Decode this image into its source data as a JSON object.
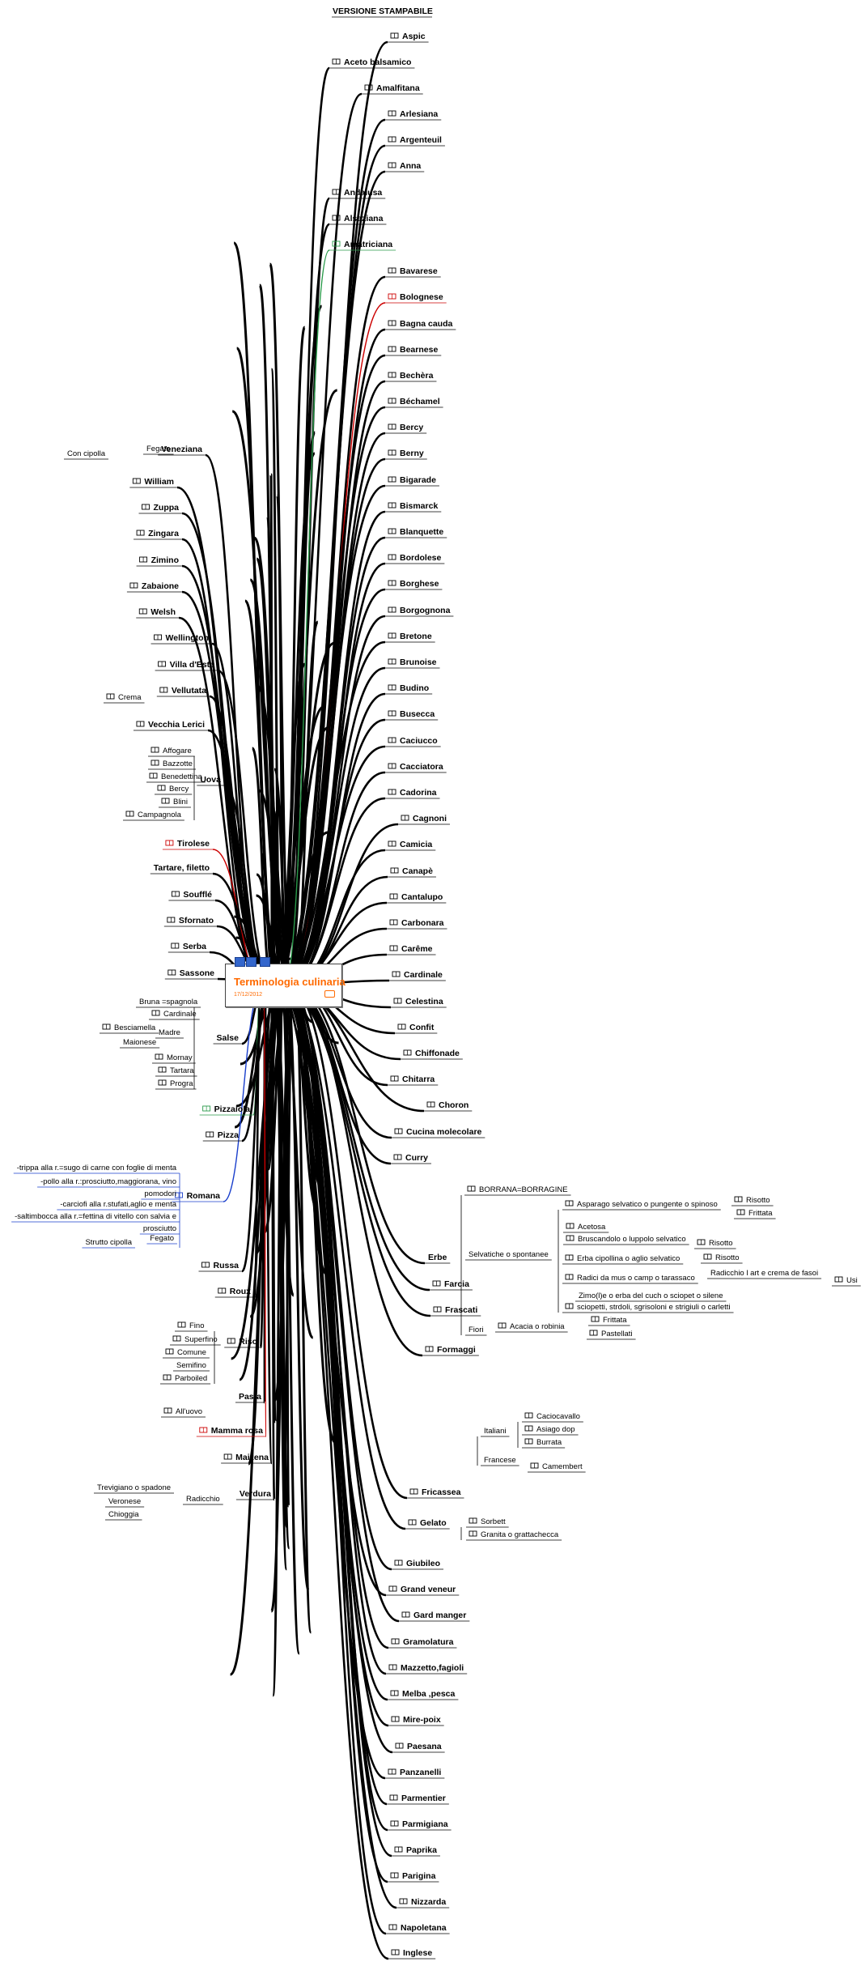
{
  "mindmap": {
    "header": "VERSIONE STAMPABILE",
    "central": {
      "title": "Terminologia culinaria",
      "date": "17/12/2012"
    },
    "colors": {
      "default": "#000000",
      "red": "#cc0000",
      "green": "#2a9a4a",
      "blue": "#1a3fcc",
      "orange": "#ff6a00"
    },
    "right_nodes": [
      {
        "label": "Aspic",
        "icon": true
      },
      {
        "label": "Aceto balsamico",
        "icon": true
      },
      {
        "label": "Amalfitana",
        "icon": true
      },
      {
        "label": "Arlesiana",
        "icon": true
      },
      {
        "label": "Argenteuil",
        "icon": true
      },
      {
        "label": "Anna",
        "icon": true
      },
      {
        "label": "Andalusa",
        "icon": true
      },
      {
        "label": "Alsaziana",
        "icon": true
      },
      {
        "label": "Amatriciana",
        "icon": true,
        "color": "green"
      },
      {
        "label": "Bavarese",
        "icon": true
      },
      {
        "label": "Bolognese",
        "icon": true,
        "color": "red"
      },
      {
        "label": "Bagna cauda",
        "icon": true
      },
      {
        "label": "Bearnese",
        "icon": true
      },
      {
        "label": "Bechèra",
        "icon": true
      },
      {
        "label": "Béchamel",
        "icon": true
      },
      {
        "label": "Bercy",
        "icon": true
      },
      {
        "label": "Berny",
        "icon": true
      },
      {
        "label": "Bigarade",
        "icon": true
      },
      {
        "label": "Bismarck",
        "icon": true
      },
      {
        "label": "Blanquette",
        "icon": true
      },
      {
        "label": "Bordolese",
        "icon": true
      },
      {
        "label": "Borghese",
        "icon": true
      },
      {
        "label": "Borgognona",
        "icon": true
      },
      {
        "label": "Bretone",
        "icon": true
      },
      {
        "label": "Brunoise",
        "icon": true
      },
      {
        "label": "Budino",
        "icon": true
      },
      {
        "label": "Busecca",
        "icon": true
      },
      {
        "label": "Caciucco",
        "icon": true
      },
      {
        "label": "Cacciatora",
        "icon": true
      },
      {
        "label": "Cadorina",
        "icon": true
      },
      {
        "label": "Cagnoni",
        "icon": true
      },
      {
        "label": "Camicia",
        "icon": true
      },
      {
        "label": "Canapè",
        "icon": true
      },
      {
        "label": "Cantalupo",
        "icon": true
      },
      {
        "label": "Carbonara",
        "icon": true
      },
      {
        "label": "Carême",
        "icon": true
      },
      {
        "label": "Cardinale",
        "icon": true
      },
      {
        "label": "Celestina",
        "icon": true
      },
      {
        "label": "Confit",
        "icon": true
      },
      {
        "label": "Chiffonade",
        "icon": true
      },
      {
        "label": "Chitarra",
        "icon": true
      },
      {
        "label": "Choron",
        "icon": true
      },
      {
        "label": "Cucina molecolare",
        "icon": true
      },
      {
        "label": "Curry",
        "icon": true
      },
      {
        "label": "Erbe",
        "icon": false
      },
      {
        "label": "Farcia",
        "icon": true
      },
      {
        "label": "Frascati",
        "icon": true
      },
      {
        "label": "Formaggi",
        "icon": true
      },
      {
        "label": "Fricassea",
        "icon": true
      },
      {
        "label": "Gelato",
        "icon": true
      },
      {
        "label": "Giubileo",
        "icon": true
      },
      {
        "label": "Grand veneur",
        "icon": true
      },
      {
        "label": "Gard manger",
        "icon": true
      },
      {
        "label": "Gramolatura",
        "icon": true
      },
      {
        "label": "Mazzetto,fagioli",
        "icon": true
      },
      {
        "label": "Melba ,pesca",
        "icon": true
      },
      {
        "label": "Mire-poix",
        "icon": true
      },
      {
        "label": "Paesana",
        "icon": true
      },
      {
        "label": "Panzanelli",
        "icon": true
      },
      {
        "label": "Parmentier",
        "icon": true
      },
      {
        "label": "Parmigiana",
        "icon": true
      },
      {
        "label": "Paprika",
        "icon": true
      },
      {
        "label": "Parigina",
        "icon": true
      },
      {
        "label": "Nizzarda",
        "icon": true
      },
      {
        "label": "Napoletana",
        "icon": true
      },
      {
        "label": "Inglese",
        "icon": true
      }
    ],
    "left_nodes": [
      {
        "label": "Veneziana",
        "icon": false
      },
      {
        "label": "William",
        "icon": true
      },
      {
        "label": "Zuppa",
        "icon": true
      },
      {
        "label": "Zingara",
        "icon": true
      },
      {
        "label": "Zimino",
        "icon": true
      },
      {
        "label": "Zabaione",
        "icon": true
      },
      {
        "label": "Welsh",
        "icon": true
      },
      {
        "label": "Wellington",
        "icon": true
      },
      {
        "label": "Villa d'Este",
        "icon": true
      },
      {
        "label": "Vellutata",
        "icon": true
      },
      {
        "label": "Vecchia Lerici",
        "icon": true
      },
      {
        "label": "Uova",
        "icon": false
      },
      {
        "label": "Tirolese",
        "icon": true,
        "color": "red"
      },
      {
        "label": "Tartare, filetto",
        "icon": false
      },
      {
        "label": "Soufflé",
        "icon": true
      },
      {
        "label": "Sfornato",
        "icon": true
      },
      {
        "label": "Serba",
        "icon": true
      },
      {
        "label": "Sassone",
        "icon": true
      },
      {
        "label": "Salse",
        "icon": false
      },
      {
        "label": "Pizzaiola",
        "icon": true,
        "color": "green"
      },
      {
        "label": "Pizza",
        "icon": true
      },
      {
        "label": "Romana",
        "icon": true,
        "color": "blue"
      },
      {
        "label": "Russa",
        "icon": true
      },
      {
        "label": "Roux",
        "icon": true
      },
      {
        "label": "Riso",
        "icon": true
      },
      {
        "label": "Pasta",
        "icon": false
      },
      {
        "label": "Mamma rosa",
        "icon": true,
        "color": "red"
      },
      {
        "label": "Maizena",
        "icon": true
      },
      {
        "label": "Verdura",
        "icon": false
      }
    ],
    "sub_labels": [
      {
        "label": "Fegato",
        "icon": false
      },
      {
        "label": "Con cipolla",
        "icon": false
      },
      {
        "label": "Crema",
        "icon": true
      },
      {
        "label": "Affogare",
        "icon": true
      },
      {
        "label": "Bazzotte",
        "icon": true
      },
      {
        "label": "Benedettina",
        "icon": true
      },
      {
        "label": "Bercy",
        "icon": true
      },
      {
        "label": "Blini",
        "icon": true
      },
      {
        "label": "Campagnola",
        "icon": true
      },
      {
        "label": "Bruna =spagnola",
        "icon": false
      },
      {
        "label": "Cardinale",
        "icon": true
      },
      {
        "label": "Madre",
        "icon": false
      },
      {
        "label": "Besciamella",
        "icon": true
      },
      {
        "label": "Maionese",
        "icon": false
      },
      {
        "label": "Mornay",
        "icon": true
      },
      {
        "label": "Tartara",
        "icon": true
      },
      {
        "label": "Progra",
        "icon": true
      },
      {
        "label": "-trippa alla r.=sugo di carne con foglie di menta",
        "icon": false,
        "color": "blue"
      },
      {
        "label": "-pollo alla r.:prosciutto,maggiorana, vino",
        "icon": false,
        "color": "blue"
      },
      {
        "label": "pomodori",
        "icon": false,
        "color": "blue"
      },
      {
        "label": "-carciofi alla r.stufati,aglio e menta",
        "icon": false,
        "color": "blue"
      },
      {
        "label": "-saltimbocca alla r.=fettina di vitello con salvia e",
        "icon": false,
        "color": "blue"
      },
      {
        "label": "prosciutto",
        "icon": false,
        "color": "blue"
      },
      {
        "label": "Fegato",
        "icon": false,
        "color": "blue"
      },
      {
        "label": "Strutto cipolla",
        "icon": false,
        "color": "blue"
      },
      {
        "label": "Fino",
        "icon": true
      },
      {
        "label": "Superfino",
        "icon": true
      },
      {
        "label": "Comune",
        "icon": true
      },
      {
        "label": "Semifino",
        "icon": false
      },
      {
        "label": "Parboiled",
        "icon": true
      },
      {
        "label": "All'uovo",
        "icon": true
      },
      {
        "label": "Radicchio",
        "icon": false
      },
      {
        "label": "Trevigiano o spadone",
        "icon": false
      },
      {
        "label": "Veronese",
        "icon": false
      },
      {
        "label": "Chioggia",
        "icon": false
      },
      {
        "label": "BORRANA=BORRAGINE",
        "icon": true
      },
      {
        "label": "Selvatiche o spontanee",
        "icon": false
      },
      {
        "label": "Asparago selvatico o pungente o spinoso",
        "icon": true
      },
      {
        "label": "Risotto",
        "icon": true
      },
      {
        "label": "Frittata",
        "icon": true
      },
      {
        "label": "Acetosa",
        "icon": true
      },
      {
        "label": "Bruscandolo o luppolo selvatico",
        "icon": true
      },
      {
        "label": "Risotto",
        "icon": true
      },
      {
        "label": "Erba cipollina o aglio selvatico",
        "icon": true
      },
      {
        "label": "Risotto",
        "icon": true
      },
      {
        "label": "Radici da mus o camp o tarassaco",
        "icon": true
      },
      {
        "label": "Radicchio l art e crema de fasoi",
        "icon": false
      },
      {
        "label": "Usi",
        "icon": true
      },
      {
        "label": "Zimo(l)e o erba del cuch o sciopet o silene",
        "icon": false
      },
      {
        "label": "sciopetti, strdoli, sgrisoloni e strigiuli o carletti",
        "icon": true
      },
      {
        "label": "Fiori",
        "icon": false
      },
      {
        "label": "Acacia o robinia",
        "icon": true
      },
      {
        "label": "Frittata",
        "icon": true
      },
      {
        "label": "Pastellati",
        "icon": true
      },
      {
        "label": "Italiani",
        "icon": false
      },
      {
        "label": "Caciocavallo",
        "icon": true
      },
      {
        "label": "Asiago dop",
        "icon": true
      },
      {
        "label": "Burrata",
        "icon": true
      },
      {
        "label": "Francese",
        "icon": false
      },
      {
        "label": "Camembert",
        "icon": true
      },
      {
        "label": "Sorbett",
        "icon": true
      },
      {
        "label": "Granita o grattachecca",
        "icon": true
      }
    ]
  }
}
